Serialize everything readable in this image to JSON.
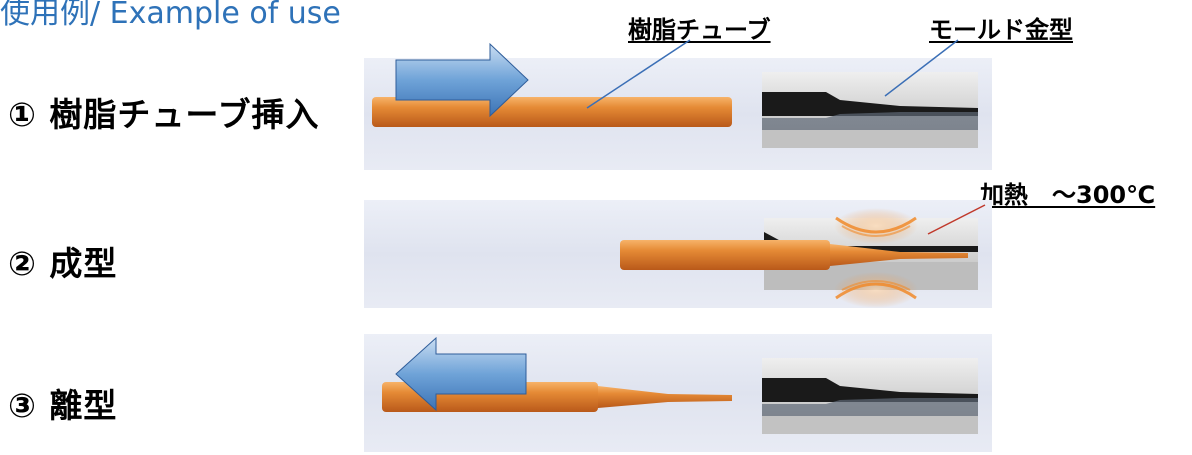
{
  "title": "使用例/ Example of use",
  "labels": {
    "tube": "樹脂チューブ",
    "mold": "モールド金型",
    "heat": "加熱　～300℃"
  },
  "steps": [
    {
      "label": "① 樹脂チューブ挿入"
    },
    {
      "label": "② 成型"
    },
    {
      "label": "③ 離型"
    }
  ],
  "colors": {
    "title": "#2e72b8",
    "tube": "#e07d27",
    "arrow": "#6fa3d8",
    "panel": "#e2e6f2",
    "mold": "#c9c9c9",
    "heat": "#f08a2a",
    "leader_blue": "#3b6fb6",
    "leader_red": "#c0392b"
  },
  "icons": {
    "insert_arrow": "arrow-right-icon",
    "release_arrow": "arrow-left-icon",
    "heat_glow": "heat-glow-icon"
  }
}
